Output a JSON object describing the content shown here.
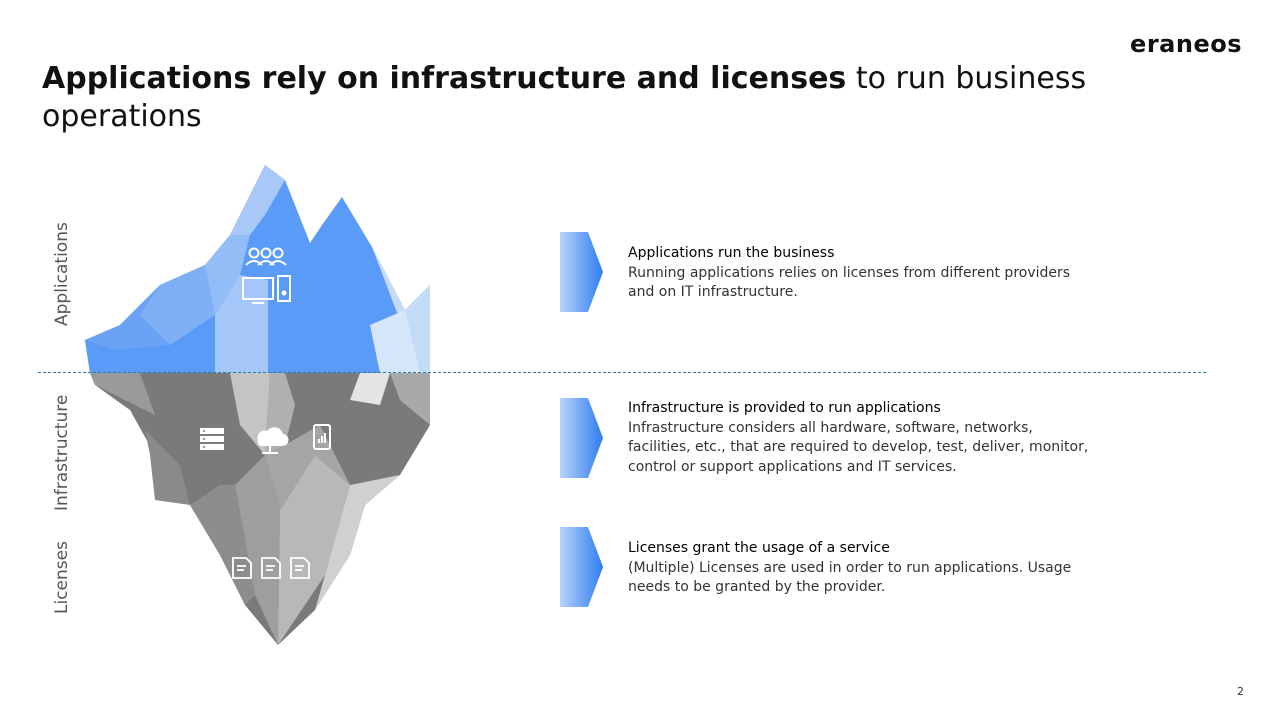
{
  "logo": "eraneos",
  "title": {
    "bold": "Applications rely on infrastructure and licenses",
    "regular": " to run business operations"
  },
  "side_labels": {
    "applications": "Applications",
    "infrastructure": "Infrastructure",
    "licenses": "Licenses"
  },
  "items": [
    {
      "heading": "Applications run the business",
      "text": "Running applications relies on licenses from different providers and on IT infrastructure."
    },
    {
      "heading": "Infrastructure is provided to run applications",
      "text": "Infrastructure considers all hardware, software, networks, facilities, etc., that are required to develop, test, deliver, monitor, control or support applications and IT services."
    },
    {
      "heading": "Licenses grant the usage of a service",
      "text": "(Multiple) Licenses are used in order to run applications. Usage needs to be granted by the provider."
    }
  ],
  "page_number": "2",
  "colors": {
    "blue_tip": "#5b9bf8",
    "blue_light": "#93bdf7",
    "grey_dark": "#7a7a7a",
    "grey_light": "#c4c4c4",
    "waterline": "#2a7ea6"
  }
}
